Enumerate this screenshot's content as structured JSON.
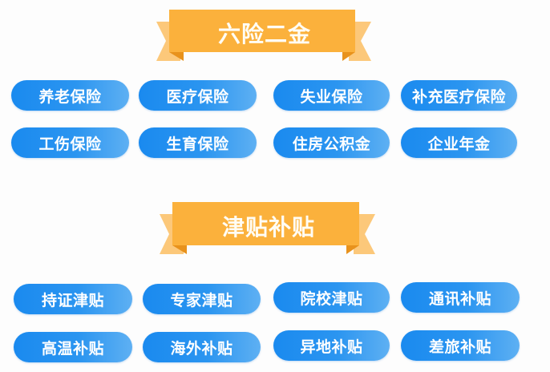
{
  "sections": [
    {
      "title": "六险二金",
      "items": [
        "养老保险",
        "医疗保险",
        "失业保险",
        "补充医疗保险",
        "工伤保险",
        "生育保险",
        "住房公积金",
        "企业年金"
      ]
    },
    {
      "title": "津贴补贴",
      "items": [
        "持证津贴",
        "专家津贴",
        "院校津贴",
        "通讯补贴",
        "高温补贴",
        "海外补贴",
        "异地补贴",
        "差旅补贴"
      ]
    }
  ],
  "colors": {
    "banner_main": "#fbb13c",
    "banner_tail": "#fcc87a",
    "banner_fold": "#e8921c",
    "pill_start": "#1a8aef",
    "pill_end": "#5eb0f3",
    "text": "#ffffff"
  }
}
